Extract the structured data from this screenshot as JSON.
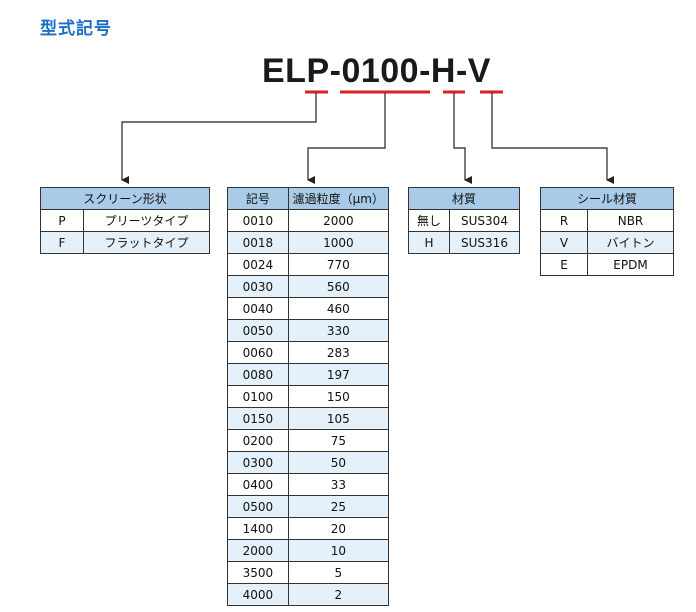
{
  "title": "型式記号",
  "model_code": "ELP-0100-H-V",
  "tables": {
    "screen": {
      "header": "スクリーン形状",
      "rows": [
        {
          "code": "P",
          "value": "プリーツタイプ"
        },
        {
          "code": "F",
          "value": "フラットタイプ"
        }
      ]
    },
    "filtration": {
      "col1": "記号",
      "col2": "濾過粒度（μm）",
      "rows": [
        {
          "code": "0010",
          "value": "2000"
        },
        {
          "code": "0018",
          "value": "1000"
        },
        {
          "code": "0024",
          "value": "770"
        },
        {
          "code": "0030",
          "value": "560"
        },
        {
          "code": "0040",
          "value": "460"
        },
        {
          "code": "0050",
          "value": "330"
        },
        {
          "code": "0060",
          "value": "283"
        },
        {
          "code": "0080",
          "value": "197"
        },
        {
          "code": "0100",
          "value": "150"
        },
        {
          "code": "0150",
          "value": "105"
        },
        {
          "code": "0200",
          "value": "75"
        },
        {
          "code": "0300",
          "value": "50"
        },
        {
          "code": "0400",
          "value": "33"
        },
        {
          "code": "0500",
          "value": "25"
        },
        {
          "code": "1400",
          "value": "20"
        },
        {
          "code": "2000",
          "value": "10"
        },
        {
          "code": "3500",
          "value": "5"
        },
        {
          "code": "4000",
          "value": "2"
        }
      ]
    },
    "material": {
      "header": "材質",
      "rows": [
        {
          "code": "無し",
          "value": "SUS304"
        },
        {
          "code": "H",
          "value": "SUS316"
        }
      ]
    },
    "seal": {
      "header": "シール材質",
      "rows": [
        {
          "code": "R",
          "value": "NBR"
        },
        {
          "code": "V",
          "value": "バイトン"
        },
        {
          "code": "E",
          "value": "EPDM"
        }
      ]
    }
  },
  "colors": {
    "title": "#1a6fc4",
    "underline": "#d42020",
    "header_bg": "#a9cbe8",
    "alt_row_bg": "#e4f1fb"
  }
}
